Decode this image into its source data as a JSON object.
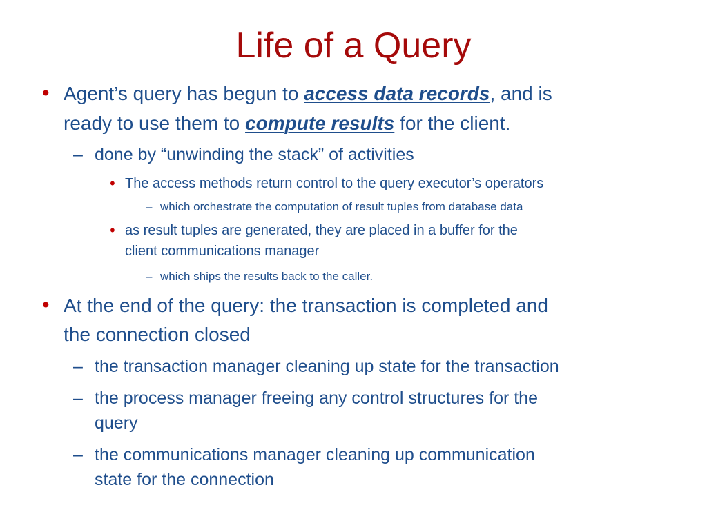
{
  "slide": {
    "title": "Life of a Query",
    "b1": {
      "p1": "Agent’s query has begun to ",
      "em1": "access data records",
      "p2": ", and is",
      "p3": "ready to use them to ",
      "em2": "compute results",
      "p4": " for the client."
    },
    "b1s1": "done by “unwinding the stack” of activities",
    "b1s1a": "The access methods return control to the query executor’s operators",
    "b1s1a1": "which orchestrate the computation of result tuples from database data",
    "b1s1b_l1": "as result tuples are generated, they are placed in a buffer for the",
    "b1s1b_l2": "client communications manager",
    "b1s1b1": "which ships the results back to the caller.",
    "b2_l1": "At the end of the query: the transaction is completed and",
    "b2_l2": "the connection closed",
    "b2s1": "the transaction manager cleaning up state for the transaction",
    "b2s2_l1": "the process manager freeing any control structures for the",
    "b2s2_l2": "query",
    "b2s3_l1": "the communications manager cleaning up communication",
    "b2s3_l2": "state for the connection"
  },
  "markers": {
    "bullet": "•",
    "dash": "–"
  },
  "colors": {
    "title": "#a50a0a",
    "text": "#1f4e8c",
    "bullet": "#c00000"
  }
}
